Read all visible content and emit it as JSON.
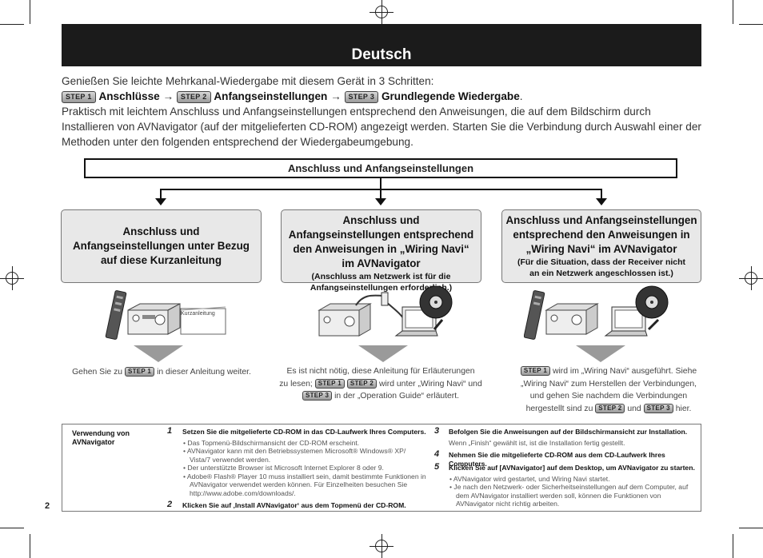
{
  "header": {
    "title": "Deutsch"
  },
  "steps": {
    "step1": "STEP 1",
    "step2": "STEP 2",
    "step3": "STEP 3"
  },
  "intro": {
    "line1": "Genießen Sie leichte Mehrkanal-Wiedergabe mit diesem Gerät in 3 Schritten:",
    "s1_label": "Anschlüsse",
    "arrow": "→",
    "s2_label": "Anfangseinstellungen",
    "s3_label": "Grundlegende Wiedergabe",
    "period": ".",
    "paragraph": "Praktisch mit leichtem Anschluss und Anfangseinstellungen entsprechend den Anweisungen, die auf dem Bildschirm durch Installieren von AVNavigator (auf der mitgelieferten CD-ROM) angezeigt werden. Starten Sie die Verbindung durch Auswahl einer der Methoden unter den folgenden entsprechend der Wiedergabeumgebung."
  },
  "flow": {
    "main_box": "Anschluss und Anfangseinstellungen",
    "options": [
      {
        "title": "Anschluss und Anfangseinstellungen unter Bezug auf diese Kurzanleitung",
        "subtitle": ""
      },
      {
        "title": "Anschluss und Anfangseinstellungen entsprechend den Anweisungen in „Wiring Navi“ im AVNavigator",
        "subtitle": "(Anschluss am Netzwerk ist für die Anfangseinstellungen erforderlich.)"
      },
      {
        "title": "Anschluss und Anfangseinstellungen entsprechend den Anweisungen in „Wiring Navi“ im AVNavigator",
        "subtitle": "(Für die Situation, dass der Receiver nicht an ein Netzwerk angeschlossen ist.)"
      }
    ],
    "booklet_label": "Kurzanleitung",
    "desc1_pre": "Gehen Sie zu",
    "desc1_post": "in dieser Anleitung weiter.",
    "desc2_a": "Es ist nicht nötig, diese Anleitung für Erläuterungen",
    "desc2_b": "zu lesen;",
    "desc2_c": "wird unter „Wiring Navi“ und",
    "desc2_d": "in der „Operation Guide“ erläutert.",
    "desc3_a": "wird im „Wiring Navi“ ausgeführt. Siehe",
    "desc3_b": "„Wiring Navi“ zum Herstellen der Verbindungen,",
    "desc3_c": "und gehen Sie nachdem die Verbindungen",
    "desc3_d": "hergestellt sind zu",
    "desc3_e": "und",
    "desc3_f": "hier."
  },
  "bottom": {
    "heading": "Verwendung von AVNavigator",
    "items": [
      {
        "num": "1",
        "title": "Setzen Sie die mitgelieferte CD-ROM in das CD-Laufwerk Ihres Computers.",
        "bullets": [
          "Das Topmenü-Bildschirmansicht der CD-ROM erscheint.",
          "AVNavigator kann mit den Betriebssystemen Microsoft® Windows® XP/ Vista/7 verwendet werden.",
          "Der unterstützte Browser ist Microsoft Internet Explorer 8 oder 9.",
          "Adobe® Flash® Player 10 muss installiert sein, damit bestimmte Funktionen in AVNavigator verwendet werden können. Für Einzelheiten besuchen Sie http://www.adobe.com/downloads/."
        ]
      },
      {
        "num": "2",
        "title": "Klicken Sie auf ‚Install AVNavigator‘ aus dem Topmenü der CD-ROM.",
        "bullets": []
      },
      {
        "num": "3",
        "title": "Befolgen Sie die Anweisungen auf der Bildschirmansicht zur Installation.",
        "note": "Wenn „Finish“ gewählt ist, ist die Installation fertig gestellt."
      },
      {
        "num": "4",
        "title": "Nehmen Sie die mitgelieferte CD-ROM aus dem CD-Laufwerk Ihres Computers."
      },
      {
        "num": "5",
        "title": "Klicken Sie auf [AVNavigator] auf dem Desktop, um AVNavigator zu starten.",
        "bullets": [
          "AVNavigator wird gestartet, und Wiring Navi startet.",
          "Je nach den Netzwerk- oder Sicherheitseinstellungen auf dem Computer, auf dem AVNavigator installiert werden soll, können die Funktionen von AVNavigator nicht richtig arbeiten."
        ]
      }
    ]
  },
  "page_number": "2"
}
